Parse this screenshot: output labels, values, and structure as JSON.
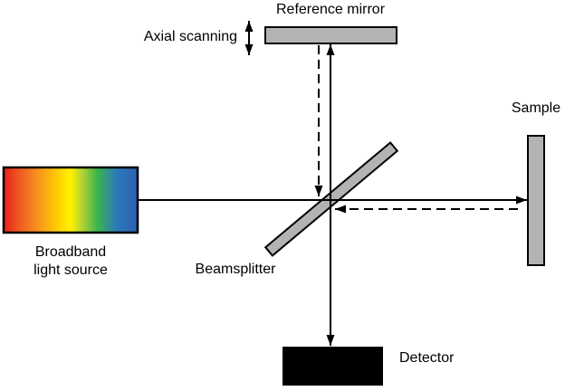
{
  "labels": {
    "reference_mirror": "Reference mirror",
    "axial_scanning": "Axial scanning",
    "sample": "Sample",
    "source_line1": "Broadband",
    "source_line2": "light source",
    "beamsplitter": "Beamsplitter",
    "detector": "Detector"
  },
  "colors": {
    "background": "#ffffff",
    "beam_line": "#000000",
    "text": "#000000",
    "component_fill": "#b3b3b3",
    "component_stroke": "#000000",
    "detector_fill": "#000000",
    "spectrum": [
      "#e8201d",
      "#f05a22",
      "#f7941e",
      "#ffd400",
      "#fff200",
      "#a6ce39",
      "#3ab54a",
      "#2b7bba",
      "#2f5fae"
    ]
  }
}
